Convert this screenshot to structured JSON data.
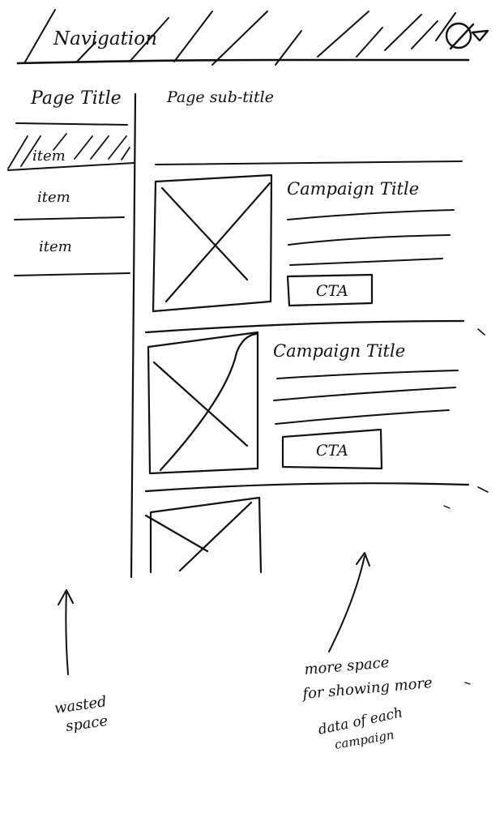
{
  "nav": {
    "label": "Navigation"
  },
  "sidebar": {
    "page_title": "Page Title",
    "items": [
      {
        "label": "item",
        "selected": true
      },
      {
        "label": "item",
        "selected": false
      },
      {
        "label": "item",
        "selected": false
      }
    ]
  },
  "main": {
    "subtitle": "Page sub-title",
    "campaigns": [
      {
        "title": "Campaign Title",
        "cta": "CTA"
      },
      {
        "title": "Campaign Title",
        "cta": "CTA"
      }
    ]
  },
  "annotations": {
    "wasted": [
      "wasted",
      "space"
    ],
    "more": [
      "more space",
      "for showing more",
      "data of each",
      "campaign"
    ]
  },
  "icons": {
    "user_menu": "user-avatar-dropdown-icon",
    "image_placeholder": "image-placeholder-icon"
  },
  "colors": {
    "ink": "#111111",
    "paper": "#ffffff"
  }
}
